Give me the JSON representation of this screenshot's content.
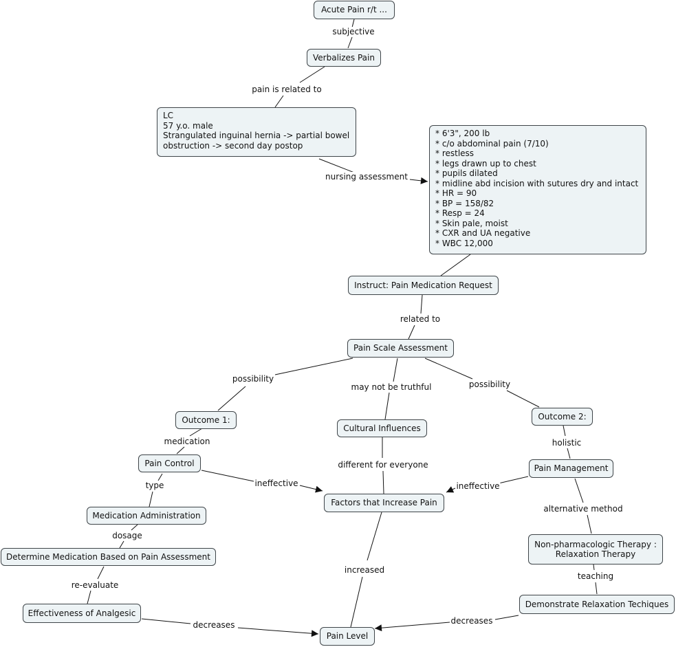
{
  "nodes": {
    "acute_pain": "Acute Pain r/t ...",
    "verbalizes_pain": "Verbalizes Pain",
    "lc_info": "LC\n57 y.o. male\nStrangulated inguinal hernia -> partial bowel\nobstruction -> second day postop",
    "assessment_data": "* 6'3\", 200 lb\n* c/o abdominal pain (7/10)\n* restless\n* legs drawn up to chest\n* pupils dilated\n* midline abd incision with sutures dry and intact\n* HR = 90\n* BP = 158/82\n* Resp = 24\n* Skin pale, moist\n* CXR and UA negative\n* WBC 12,000",
    "instruct": "Instruct: Pain Medication Request",
    "pain_scale": "Pain Scale Assessment",
    "outcome1": "Outcome 1:",
    "cultural": "Cultural Influences",
    "outcome2": "Outcome 2:",
    "pain_control": "Pain Control",
    "pain_management": "Pain Management",
    "factors": "Factors that Increase Pain",
    "med_admin": "Medication Administration",
    "nonpharm": "Non-pharmacologic Therapy :\nRelaxation Therapy",
    "determine_med": "Determine Medication Based on Pain Assessment",
    "effectiveness": "Effectiveness of Analgesic",
    "demonstrate": "Demonstrate Relaxation Techiques",
    "pain_level": "Pain Level"
  },
  "links": {
    "subjective": "subjective",
    "pain_related": "pain is related to",
    "nursing_assessment": "nursing assessment",
    "related_to": "related to",
    "possibility_left": "possibility",
    "not_truthful": "may not be truthful",
    "possibility_right": "possibility",
    "medication": "medication",
    "holistic": "holistic",
    "different": "different for everyone",
    "type": "type",
    "ineffective_left": "ineffective",
    "ineffective_right": "ineffective",
    "alternative": "alternative method",
    "dosage": "dosage",
    "teaching": "teaching",
    "increased": "increased",
    "reevaluate": "re-evaluate",
    "decreases_left": "decreases",
    "decreases_right": "decreases"
  }
}
